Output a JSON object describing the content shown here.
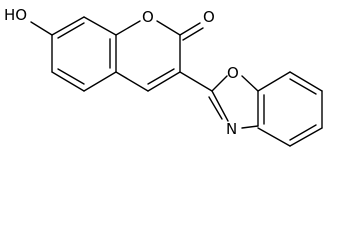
{
  "molecule": {
    "atom_labels": {
      "hydroxyl": "HO",
      "ring_oxygen": "O",
      "carbonyl_oxygen": "O",
      "oxazole_oxygen": "O",
      "oxazole_nitrogen": "N"
    },
    "colors": {
      "bond": "#000000",
      "text": "#000000",
      "background": "#ffffff"
    }
  }
}
